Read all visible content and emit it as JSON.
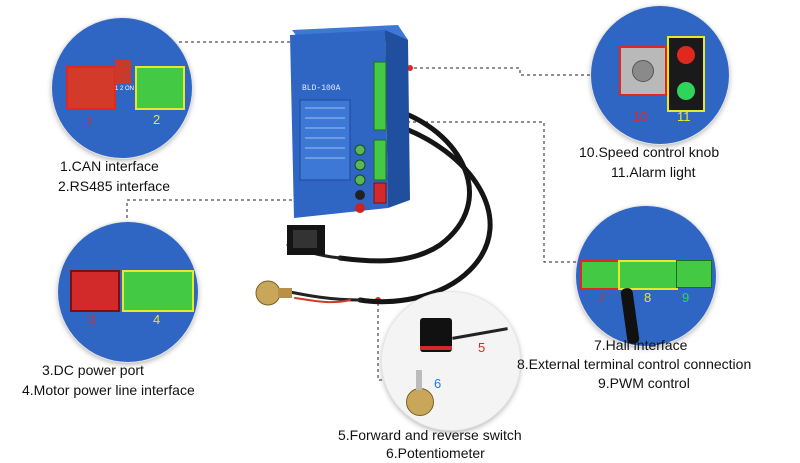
{
  "labels": {
    "can": "1.CAN interface",
    "rs485": "2.RS485 interface",
    "dc_power": "3.DC power port",
    "motor_power": "4.Motor power line interface",
    "fwd_rev": "5.Forward and reverse switch",
    "pot": "6.Potentiometer",
    "hall": "7.Hall interface",
    "ext_terminal": "8.External terminal control connection",
    "pwm": "9.PWM control",
    "speed_knob": "10.Speed control knob",
    "alarm": "11.Alarm light"
  },
  "markers": {
    "n1": "1",
    "n2": "2",
    "n3": "3",
    "n4": "4",
    "n5": "5",
    "n6": "6",
    "n7": "7",
    "n8": "8",
    "n9": "9",
    "n10": "10",
    "n11": "11"
  },
  "device": {
    "model": "BLD-100A",
    "switch_marks": "1 2 ON"
  },
  "colors": {
    "driver_blue": "#2f66c4",
    "terminal_green": "#44c944",
    "red_box": "#e0281e",
    "yellow_box": "#e8e82a",
    "leader_line": "#222222"
  }
}
